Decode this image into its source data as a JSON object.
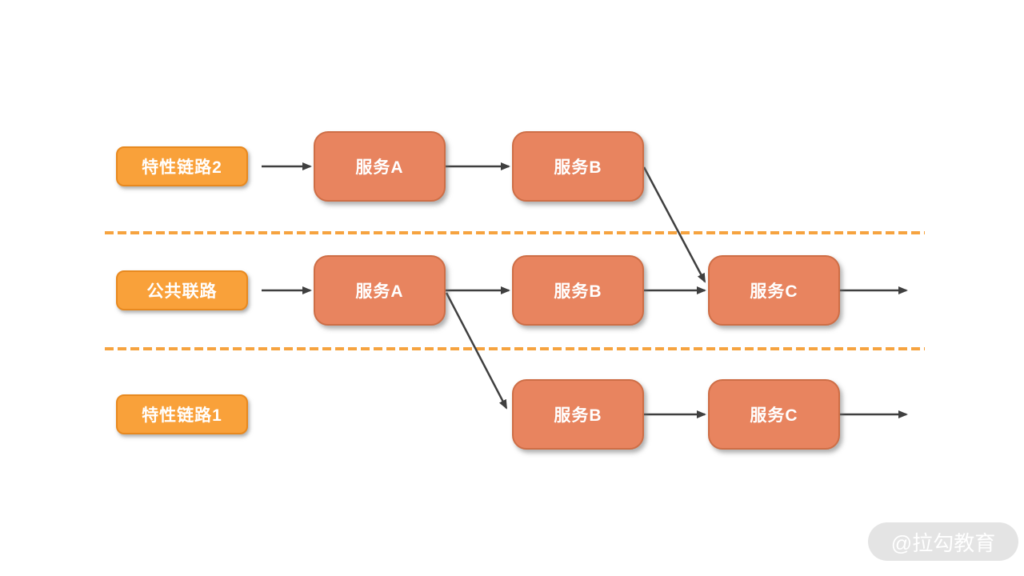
{
  "lanes": [
    {
      "id": "feature-link-2",
      "label": "特性链路2"
    },
    {
      "id": "common-link",
      "label": "公共联路"
    },
    {
      "id": "feature-link-1",
      "label": "特性链路1"
    }
  ],
  "nodes": [
    {
      "id": "service-a-top",
      "label": "服务A"
    },
    {
      "id": "service-b-top",
      "label": "服务B"
    },
    {
      "id": "service-a-mid",
      "label": "服务A"
    },
    {
      "id": "service-b-mid",
      "label": "服务B"
    },
    {
      "id": "service-c-mid",
      "label": "服务C"
    },
    {
      "id": "service-b-bottom",
      "label": "服务B"
    },
    {
      "id": "service-c-bottom",
      "label": "服务C"
    }
  ],
  "watermark": {
    "text": "@拉勾教育"
  },
  "colors": {
    "lane_label_fill": "#F9A13A",
    "lane_label_border": "#E8891F",
    "service_fill": "#E8845F",
    "service_border": "#CE6E46",
    "arrow": "#3F3F3F",
    "divider": "#F6A33F",
    "watermark_bg": "#E4E4E4",
    "watermark_text": "#FFFFFF"
  }
}
